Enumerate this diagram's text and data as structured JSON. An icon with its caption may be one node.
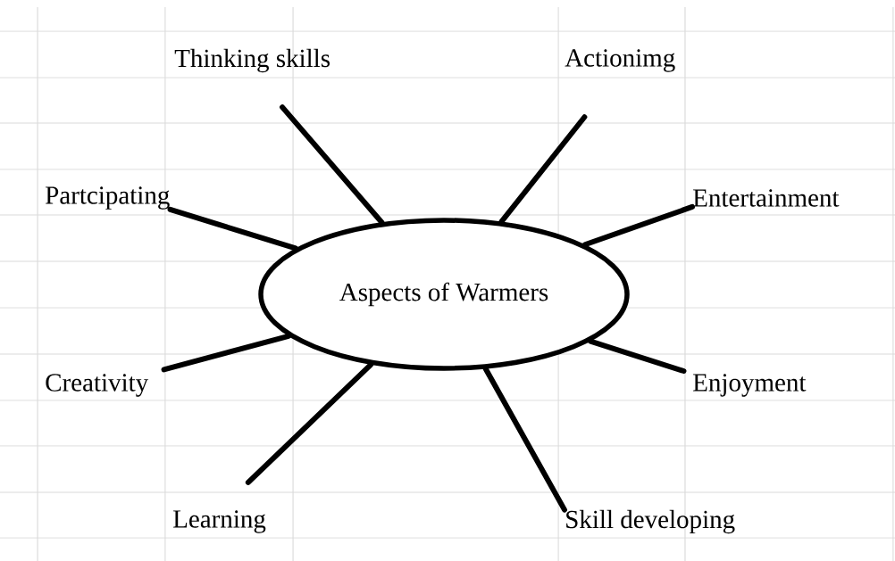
{
  "diagram": {
    "nodes": [
      {
        "text": [
          "Aspects of Warmers"
        ]
      },
      {
        "text": [
          "Thinking skills"
        ]
      },
      {
        "text": [
          "Actionimg"
        ]
      },
      {
        "text": [
          "Partcipating"
        ]
      },
      {
        "text": [
          "Entertainment"
        ]
      },
      {
        "text": [
          "Creativity"
        ]
      },
      {
        "text": [
          "Enjoyment"
        ]
      },
      {
        "text": [
          "Learning"
        ]
      },
      {
        "text": [
          "Skill developing"
        ]
      }
    ],
    "edges": [
      {
        "from": 0,
        "to": 1,
        "arrow": "none"
      },
      {
        "from": 0,
        "to": 2,
        "arrow": "none"
      },
      {
        "from": 0,
        "to": 3,
        "arrow": "none"
      },
      {
        "from": 0,
        "to": 4,
        "arrow": "none"
      },
      {
        "from": 0,
        "to": 5,
        "arrow": "none"
      },
      {
        "from": 0,
        "to": 6,
        "arrow": "none"
      },
      {
        "from": 0,
        "to": 7,
        "arrow": "none"
      },
      {
        "from": 0,
        "to": 8,
        "arrow": "none"
      }
    ]
  }
}
